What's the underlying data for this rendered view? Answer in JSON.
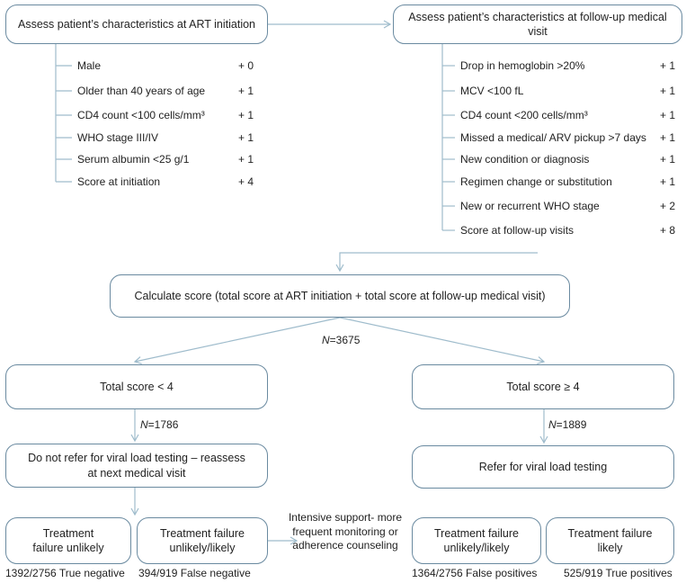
{
  "boxes": {
    "assess_init": "Assess patient’s characteristics at ART initiation",
    "assess_follow": "Assess patient’s characteristics at follow-up medical visit",
    "calculate": "Calculate score (total score at ART initiation + total score at follow-up medical visit)",
    "total_lt4": "Total score < 4",
    "total_ge4": "Total score ≥ 4",
    "no_refer": "Do not refer for viral load testing – reassess at next medical visit",
    "refer": "Refer for viral load testing",
    "tf_unlikely": "Treatment failure unlikely",
    "tf_unlikely_likely_left": "Treatment failure unlikely/likely",
    "tf_unlikely_likely_right": "Treatment failure unlikely/likely",
    "tf_likely": "Treatment failure likely"
  },
  "init_items": [
    {
      "label": "Male",
      "score": "+ 0"
    },
    {
      "label": "Older than 40 years of age",
      "score": "+ 1"
    },
    {
      "label": "CD4 count <100 cells/mm³",
      "score": "+ 1"
    },
    {
      "label": "WHO stage III/IV",
      "score": "+ 1"
    },
    {
      "label": "Serum albumin <25 g/1",
      "score": "+ 1"
    },
    {
      "label": "Score at initiation",
      "score": "+ 4"
    }
  ],
  "follow_items": [
    {
      "label": "Drop in hemoglobin >20%",
      "score": "+ 1"
    },
    {
      "label": "MCV <100 fL",
      "score": "+ 1"
    },
    {
      "label": "CD4 count <200 cells/mm³",
      "score": "+ 1"
    },
    {
      "label": "Missed a medical/ ARV pickup >7 days",
      "score": "+ 1"
    },
    {
      "label": "New condition or diagnosis",
      "score": "+ 1"
    },
    {
      "label": "Regimen change or substitution",
      "score": "+ 1"
    },
    {
      "label": "New or recurrent WHO stage",
      "score": "+ 2"
    },
    {
      "label": "Score at follow-up visits",
      "score": "+ 8"
    }
  ],
  "counts": {
    "n_total_prefix": "N",
    "n_total": "=3675",
    "n_left_prefix": "N",
    "n_left": "=1786",
    "n_right_prefix": "N",
    "n_right": "=1889"
  },
  "note": "Intensive support- more frequent monitoring or adherence counseling",
  "results": {
    "true_negative": "1392/2756 True negative",
    "false_negative": "394/919 False negative",
    "false_positives": "1364/2756 False positives",
    "true_positives": "525/919 True positives"
  }
}
